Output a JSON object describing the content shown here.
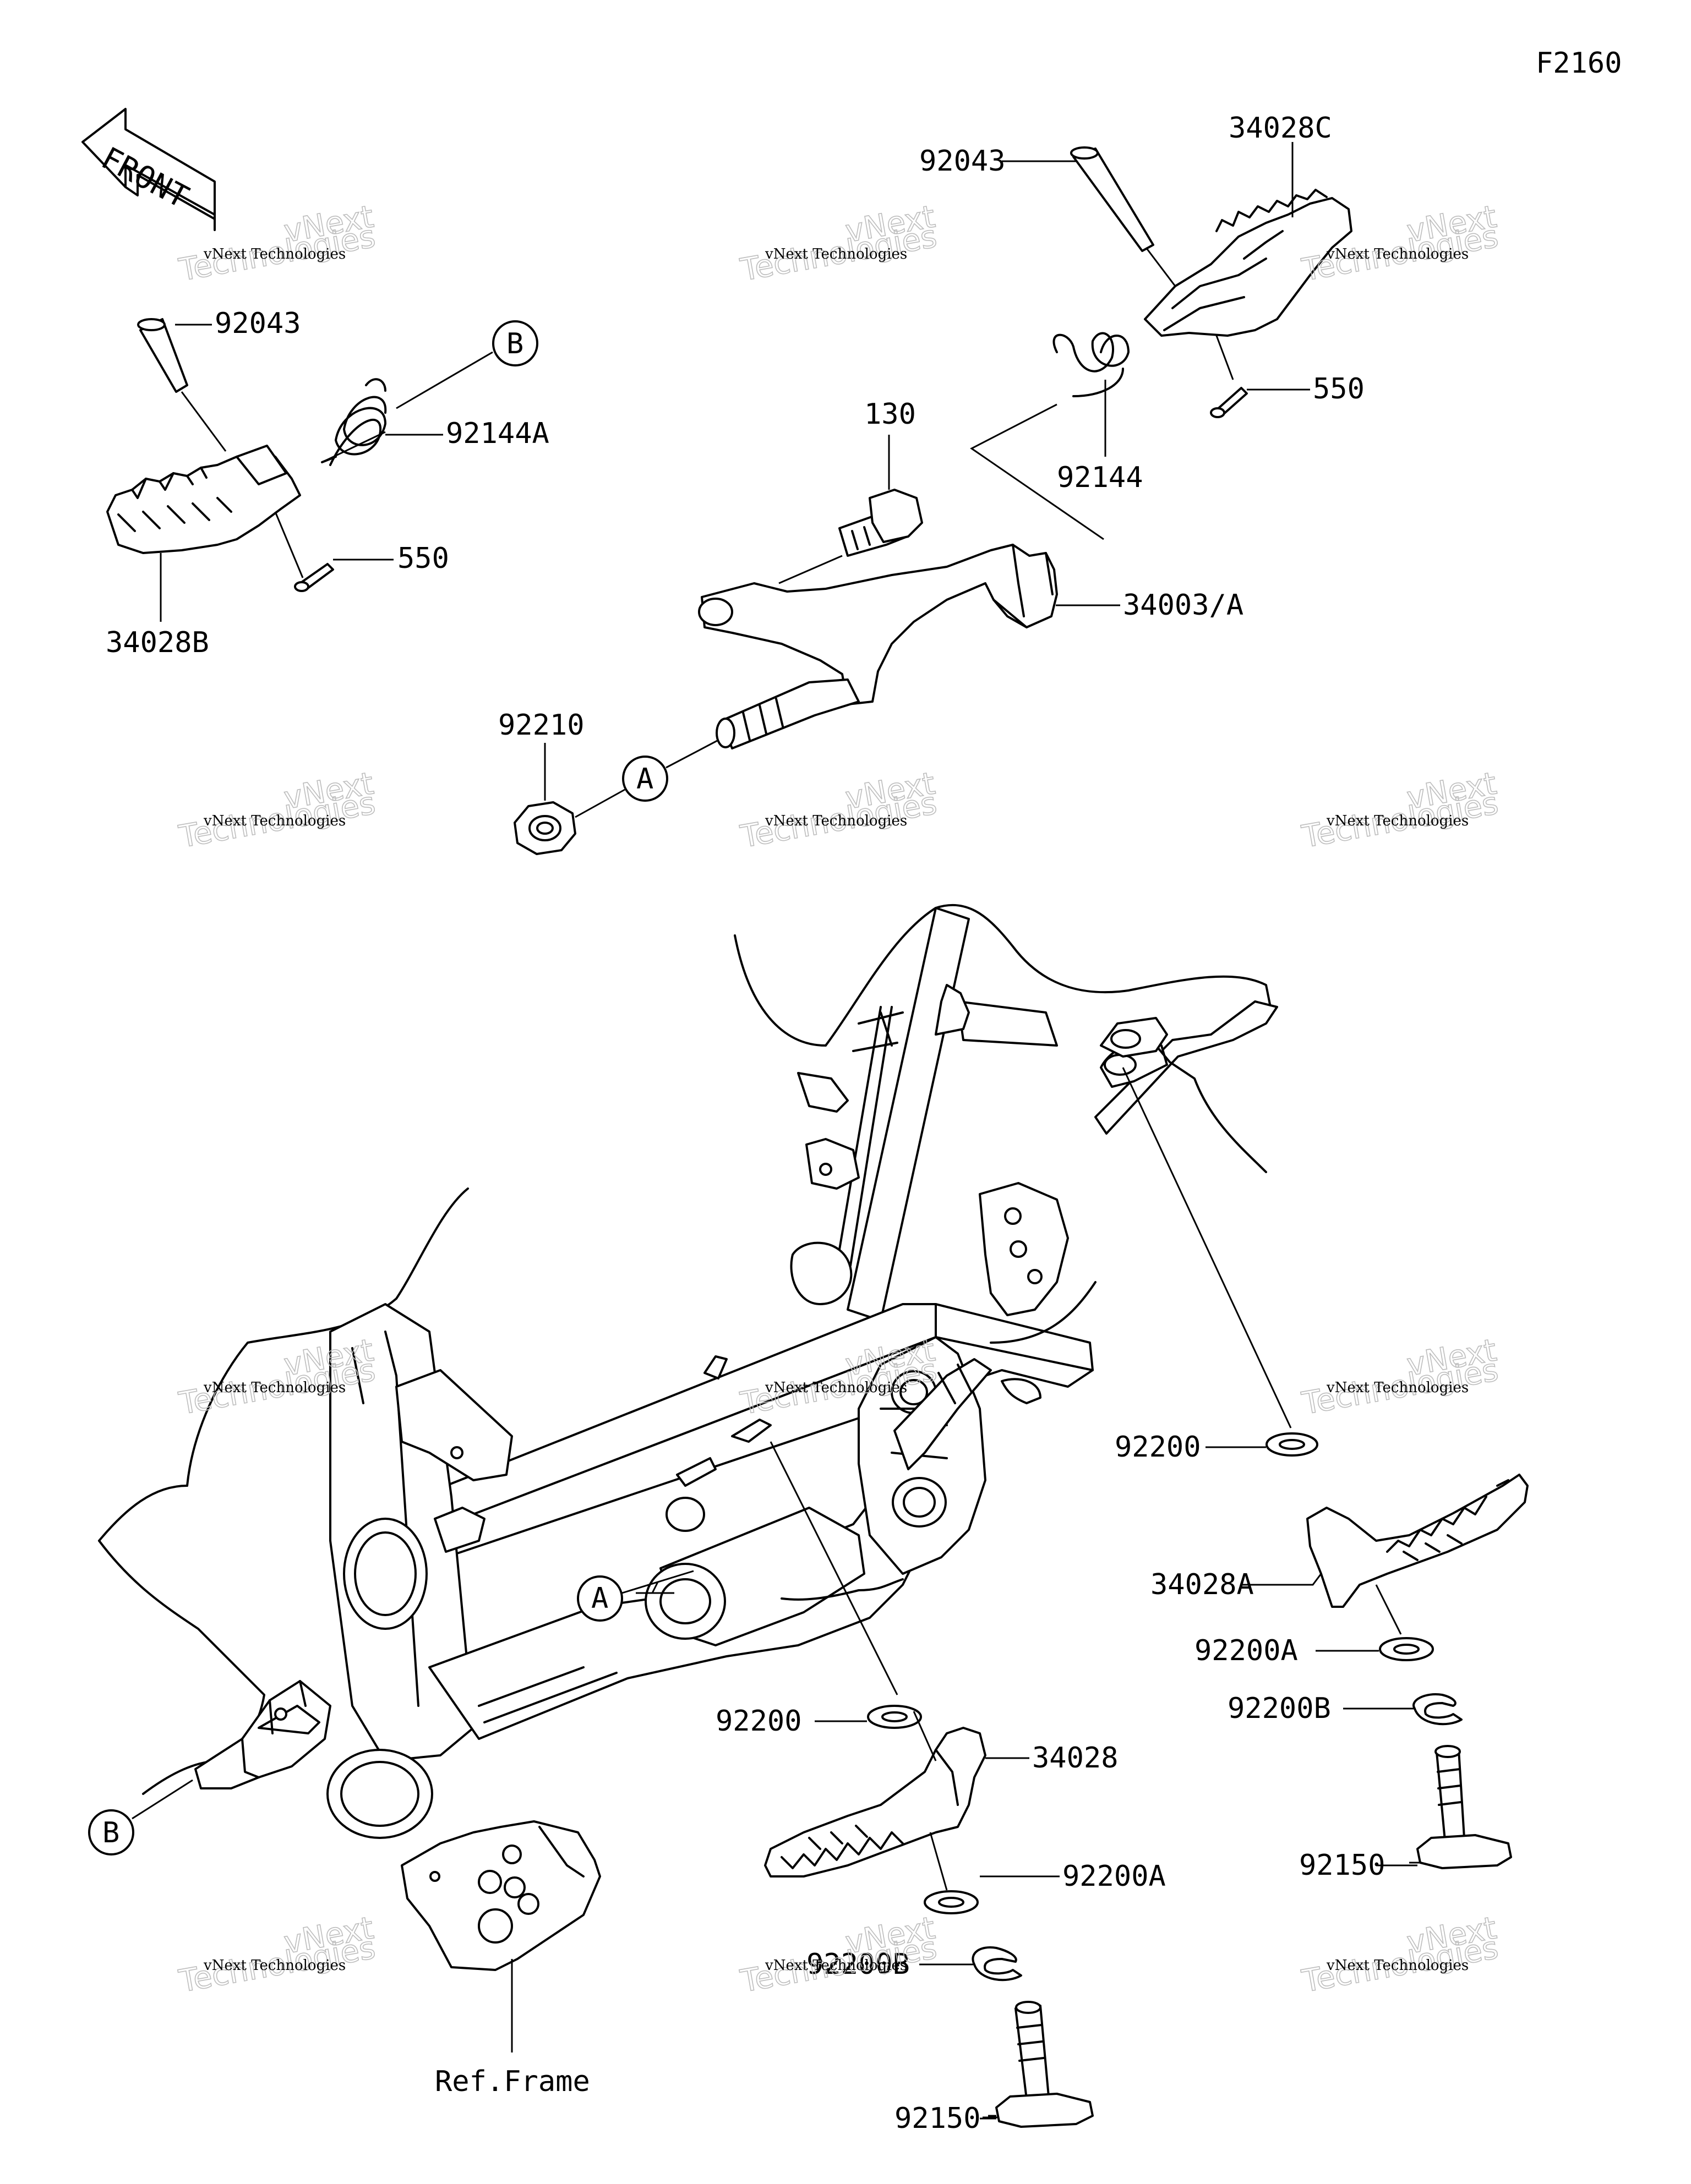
{
  "diagram_code": "F2160",
  "front_label": "FRONT",
  "labels": {
    "p92043_left": "92043",
    "p92144A": "92144A",
    "p550_left": "550",
    "p34028B": "34028B",
    "callout_B_top": "B",
    "p92043_right": "92043",
    "p34028C": "34028C",
    "p550_right": "550",
    "p92144": "92144",
    "p130": "130",
    "p34003A": "34003/A",
    "p92210": "92210",
    "callout_A_top": "A",
    "callout_A_frame": "A",
    "callout_B_frame": "B",
    "p92200_right": "92200",
    "p34028A": "34028A",
    "p92200A_right": "92200A",
    "p92200B_right": "92200B",
    "p92150_right": "92150",
    "p92200_mid": "92200",
    "p34028": "34028",
    "p92200A_mid": "92200A",
    "p92200B_mid": "92200B",
    "p92150_mid": "92150",
    "ref_frame": "Ref.Frame"
  },
  "watermark": {
    "brand": "vNext Technologies",
    "big": "Technologies",
    "small": "vNext"
  }
}
